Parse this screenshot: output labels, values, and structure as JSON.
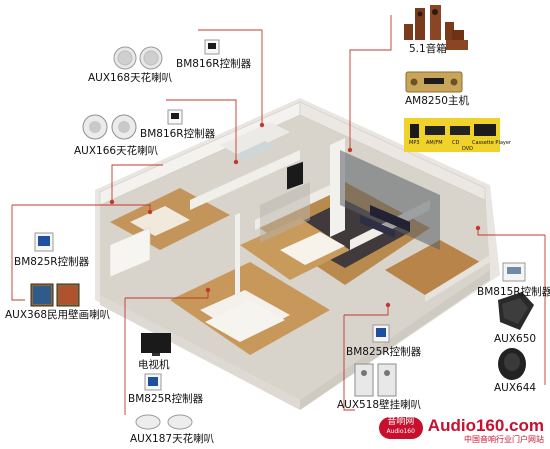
{
  "labels": {
    "aux168": "AUX168天花喇叭",
    "bm816r_top": "BM816R控制器",
    "aux166": "AUX166天花喇叭",
    "bm816r_mid": "BM816R控制器",
    "speaker51": "5.1音箱",
    "am8250": "AM8250主机",
    "bm825r_left": "BM825R控制器",
    "aux368": "AUX368民用壁画喇叭",
    "tv": "电视机",
    "bm825r_bottom": "BM825R控制器",
    "aux187": "AUX187天花喇叭",
    "bm825r_center": "BM825R控制器",
    "aux518": "AUX518壁挂喇叭",
    "bm815r": "BM815R控制器",
    "aux650": "AUX650",
    "aux644": "AUX644"
  },
  "screen_captions": [
    "MP3",
    "AM/FM",
    "CD",
    "DVD",
    "Cassette Player"
  ],
  "watermark": {
    "logo": "音响网",
    "logo_sub": "Audio160",
    "site": "Audio160.com",
    "tagline": "中国音响行业门户网站"
  },
  "colors": {
    "leader_line": "#c0392b",
    "floor_wood": "#b98a4e",
    "wall": "#f2f0ec",
    "accent_red": "#c8102e"
  }
}
